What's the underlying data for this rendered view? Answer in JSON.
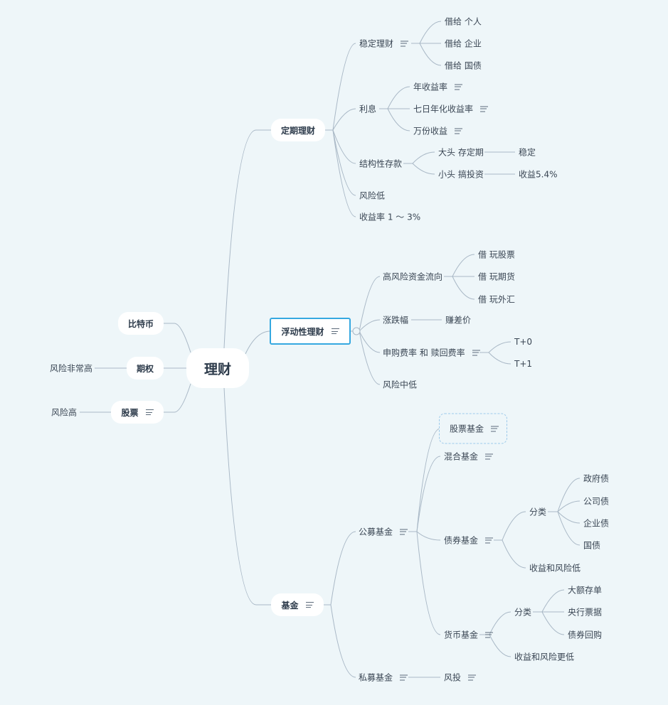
{
  "root": "理财",
  "dingqi": {
    "title": "定期理财",
    "wending": {
      "label": "稳定理财",
      "items": [
        "借给 个人",
        "借给 企业",
        "借给 国债"
      ]
    },
    "lixi": {
      "label": "利息",
      "items": [
        "年收益率",
        "七日年化收益率",
        "万份收益"
      ]
    },
    "jiegou": {
      "label": "结构性存款",
      "big": "大头 存定期",
      "big_note": "稳定",
      "small": "小头 搞投资",
      "small_note": "收益5.4%"
    },
    "risk": "风险低",
    "rate": "收益率 1 ～ 3%"
  },
  "fudong": {
    "title": "浮动性理财",
    "gaofeng": {
      "label": "高风险资金流向",
      "items": [
        "借 玩股票",
        "借 玩期货",
        "借 玩外汇"
      ]
    },
    "zhangdie": {
      "label": "涨跌幅",
      "note": "赚差价"
    },
    "shengou": {
      "label": "申购费率 和 赎回费率",
      "items": [
        "T+0",
        "T+1"
      ]
    },
    "risk": "风险中低"
  },
  "jijin": {
    "title": "基金",
    "gongmu": {
      "label": "公募基金",
      "gupiao": "股票基金",
      "hunhe": "混合基金",
      "zhaiquan": {
        "label": "债券基金",
        "fenlei": "分类",
        "items": [
          "政府债",
          "公司债",
          "企业债",
          "国债"
        ],
        "note": "收益和风险低"
      },
      "huobi": {
        "label": "货币基金",
        "fenlei": "分类",
        "items": [
          "大额存单",
          "央行票据",
          "债券回购"
        ],
        "note": "收益和风险更低"
      }
    },
    "simu": {
      "label": "私募基金",
      "child": "风投"
    }
  },
  "left": {
    "bitebi": "比特币",
    "qiquan": "期权",
    "qiquan_note": "风险非常高",
    "gupiao": "股票",
    "gupiao_note": "风险高"
  }
}
